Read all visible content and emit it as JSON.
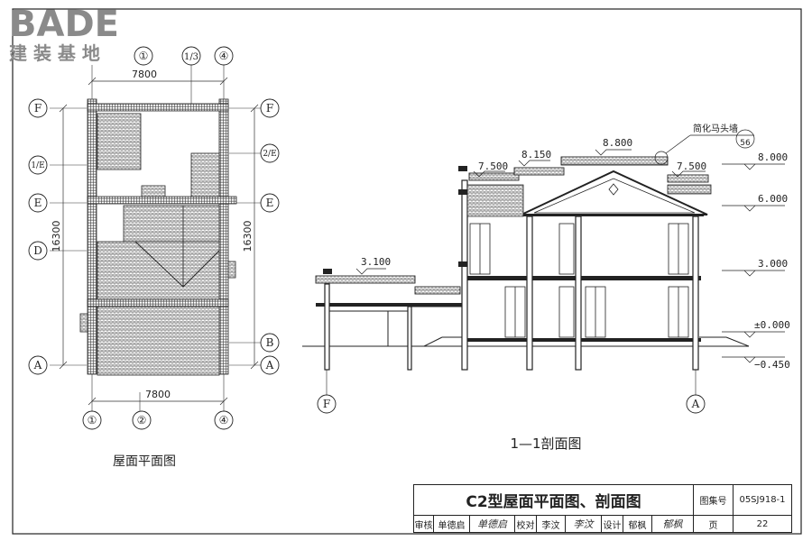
{
  "logo": {
    "brand": "BADE",
    "subtitle": "建 装 基 地"
  },
  "plan": {
    "caption": "屋面平面图",
    "dim_top": "7800",
    "dim_bottom": "7800",
    "dim_left": "16300",
    "dim_right": "16300",
    "axes_top": [
      "①",
      "1/3",
      "④"
    ],
    "axes_bottom": [
      "①",
      "②",
      "④"
    ],
    "axes_left": [
      "F",
      "1/E",
      "E",
      "D",
      "A"
    ],
    "axes_right": [
      "F",
      "2/E",
      "E",
      "B",
      "A"
    ]
  },
  "section": {
    "caption": "1—1剖面图",
    "elev_8800": "8.800",
    "elev_8150": "8.150",
    "elev_7500_left": "7.500",
    "elev_7500_right": "7.500",
    "elev_3100": "3.100",
    "right_elevs": [
      "8.000",
      "6.000",
      "3.000",
      "±0.000",
      "−0.450"
    ],
    "note": "简化马头墙",
    "note_ref": "56",
    "axis_left": "F",
    "axis_right": "A"
  },
  "title_block": {
    "title": "C2型屋面平面图、剖面图",
    "atlas_label": "图集号",
    "atlas_no": "05SJ918-1",
    "review_label": "审核",
    "reviewer": "单德启",
    "reviewer_sig": "单德启",
    "check_label": "校对",
    "checker": "李汶",
    "checker_sig": "李汶",
    "design_label": "设计",
    "designer": "郁枫",
    "designer_sig": "郁枫",
    "page_label": "页",
    "page_no": "22"
  }
}
